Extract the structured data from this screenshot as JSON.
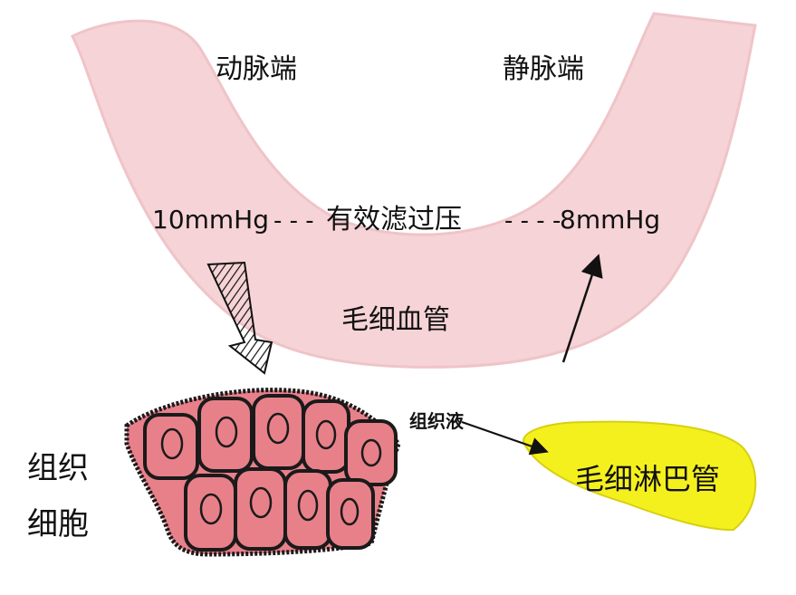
{
  "labels": {
    "arterial_end": "动脉端",
    "venous_end": "静脉端",
    "arterial_pressure": "10mmHg",
    "effective_filtration_pressure": "有效滤过压",
    "venous_pressure": "8mmHg",
    "capillary": "毛细血管",
    "tissue_fluid": "组织液",
    "lymph_capillary": "毛细淋巴管",
    "tissue_cells_line1": "组织",
    "tissue_cells_line2": "细胞"
  },
  "colors": {
    "capillary_fill": "#f6d3d6",
    "capillary_edge": "#efc4c8",
    "cell_fill": "#e8808a",
    "cell_outline": "#1a1a1a",
    "lymph_fill": "#f4f01e",
    "arrow": "#111111"
  }
}
